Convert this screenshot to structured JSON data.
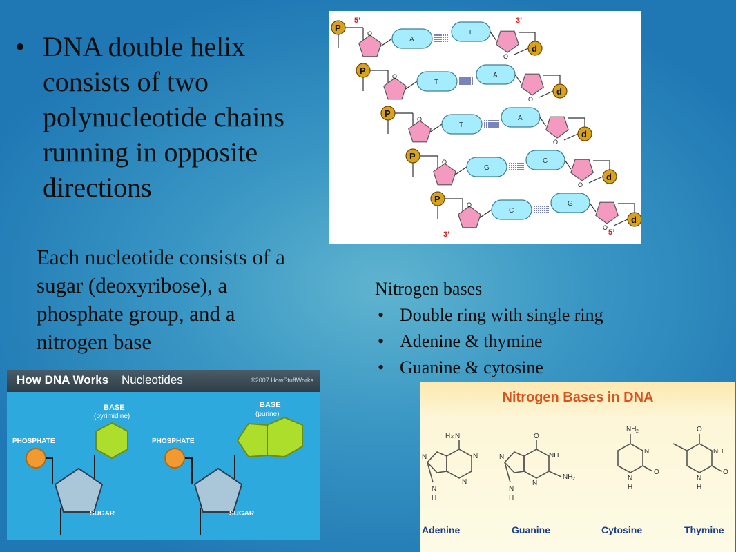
{
  "slide": {
    "bullet_main": "DNA double helix consists of two polynucleotide chains running in opposite directions",
    "bullet_glyph": "•",
    "nucleotide_text": "Each nucleotide consists of a sugar (deoxyribose), a phosphate group, and a nitrogen base",
    "nitrogen_bases": {
      "heading": "Nitrogen bases",
      "items": [
        "Double ring with single ring",
        "Adenine & thymine",
        "Guanine & cytosine"
      ]
    }
  },
  "helix_diagram": {
    "top_left_end": "5’",
    "top_right_end": "3’",
    "bottom_left_end": "3’",
    "bottom_right_end": "5’",
    "phosphate_label": "P",
    "deoxy_label": "d",
    "oxygen_label": "O",
    "pairs": [
      {
        "left": "A",
        "right": "T"
      },
      {
        "left": "T",
        "right": "A"
      },
      {
        "left": "T",
        "right": "A"
      },
      {
        "left": "G",
        "right": "C"
      },
      {
        "left": "C",
        "right": "G"
      }
    ]
  },
  "how_dna_works": {
    "title_bold": "How DNA Works",
    "title_light": "Nucleotides",
    "copyright": "©2007 HowStuffWorks",
    "left": {
      "base": "BASE",
      "base_type": "(pyrimidine)",
      "phosphate": "PHOSPHATE",
      "sugar": "SUGAR"
    },
    "right": {
      "base": "BASE",
      "base_type": "(purine)",
      "phosphate": "PHOSPHATE",
      "sugar": "SUGAR"
    }
  },
  "nitrogen_bases_dna": {
    "title": "Nitrogen Bases in DNA",
    "names": [
      "Adenine",
      "Guanine",
      "Cytosine",
      "Thymine"
    ],
    "atom_labels": {
      "N": "N",
      "NH": "NH",
      "H": "H",
      "O": "O",
      "NH2": "NH",
      "sub2": "2"
    }
  },
  "colors": {
    "sugar_pink": "#f49ac1",
    "base_cyan": "#a6ecff",
    "phosphate_gold": "#d9a21e",
    "end_label_red": "#d42020"
  }
}
